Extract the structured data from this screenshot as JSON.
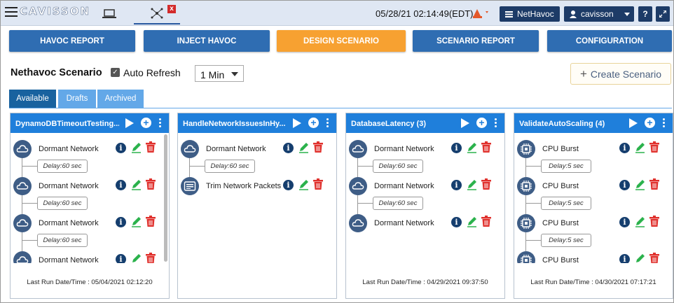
{
  "header": {
    "logo": "CAVISSON",
    "datetime": "05/28/21 02:14:49(EDT)",
    "netHavoc": "NetHavoc",
    "user": "cavisson",
    "help": "?",
    "closeTab": "x"
  },
  "nav": {
    "tabs": [
      {
        "label": "HAVOC REPORT"
      },
      {
        "label": "INJECT HAVOC"
      },
      {
        "label": "DESIGN SCENARIO"
      },
      {
        "label": "SCENARIO REPORT"
      },
      {
        "label": "CONFIGURATION"
      }
    ],
    "active": "DESIGN SCENARIO"
  },
  "scenario": {
    "title": "Nethavoc Scenario",
    "auto_refresh_label": "Auto Refresh",
    "auto_refresh_checked": true,
    "interval": "1 Min",
    "create_label": "Create Scenario",
    "check_mark": "✓",
    "plus": "+"
  },
  "subtabs": [
    {
      "label": "Available"
    },
    {
      "label": "Drafts"
    },
    {
      "label": "Archived"
    }
  ],
  "cards": [
    {
      "title": "DynamoDBTimeoutTesting...",
      "nodes": [
        {
          "icon": "cloud-icon",
          "label": "Dormant Network",
          "delay": "Delay:60 sec"
        },
        {
          "icon": "cloud-icon",
          "label": "Dormant Network",
          "delay": "Delay:60 sec"
        },
        {
          "icon": "cloud-icon",
          "label": "Dormant Network",
          "delay": "Delay:60 sec"
        },
        {
          "icon": "cloud-icon",
          "label": "Dormant Network",
          "delay": ""
        }
      ],
      "last_run": "Last Run Date/Time : 05/04/2021 02:12:20"
    },
    {
      "title": "HandleNetworkIssuesInHy...",
      "nodes": [
        {
          "icon": "cloud-icon",
          "label": "Dormant Network",
          "delay": "Delay:60 sec"
        },
        {
          "icon": "packet-icon",
          "label": "Trim Network Packets",
          "delay": ""
        }
      ],
      "last_run": ""
    },
    {
      "title": "DatabaseLatency (3)",
      "nodes": [
        {
          "icon": "cloud-icon",
          "label": "Dormant Network",
          "delay": "Delay:60 sec"
        },
        {
          "icon": "cloud-icon",
          "label": "Dormant Network",
          "delay": "Delay:60 sec"
        },
        {
          "icon": "cloud-icon",
          "label": "Dormant Network",
          "delay": ""
        }
      ],
      "last_run": "Last Run Date/Time : 04/29/2021 09:37:50"
    },
    {
      "title": "ValidateAutoScaling (4)",
      "nodes": [
        {
          "icon": "cpu-icon",
          "label": "CPU Burst",
          "delay": "Delay:5 sec"
        },
        {
          "icon": "cpu-icon",
          "label": "CPU Burst",
          "delay": "Delay:5 sec"
        },
        {
          "icon": "cpu-icon",
          "label": "CPU Burst",
          "delay": "Delay:5 sec"
        },
        {
          "icon": "cpu-icon",
          "label": "CPU Burst",
          "delay": ""
        }
      ],
      "last_run": "Last Run Date/Time : 04/30/2021 07:17:21"
    }
  ],
  "colors": {
    "primary": "#2f6db2",
    "active_tab": "#f7a131",
    "card_header": "#1f7fdb",
    "node_icon": "#3e5d86",
    "edit": "#2bb24c",
    "delete": "#e0312d"
  }
}
